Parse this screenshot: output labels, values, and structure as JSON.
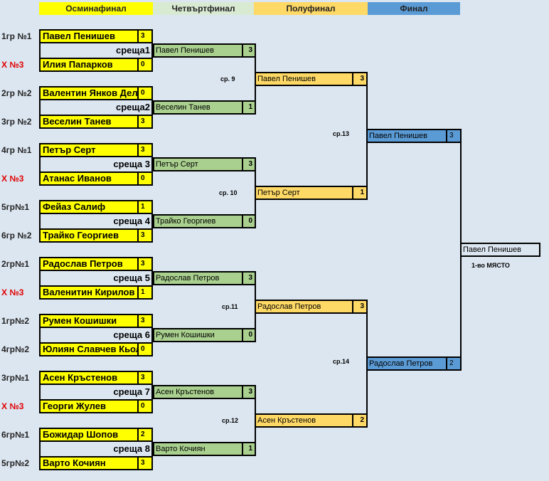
{
  "headers": [
    "Осминафинал",
    "Четвъртфинал",
    "Полуфинал",
    "Финал"
  ],
  "colors": {
    "r1": "#ffff00",
    "r2": "#a9d08e",
    "r3": "#ffd966",
    "r4": "#5b9bd5",
    "h2": "#d9ead3",
    "h3": "#ffd966",
    "h4": "#5b9bd5"
  },
  "r1": [
    {
      "a_label": "1гр №1",
      "a_red": false,
      "a": "Павел Пенишев",
      "a_score": "3",
      "match": "среща1",
      "b_label": "X №3",
      "b_red": true,
      "b": "Илия Папарков",
      "b_score": "0"
    },
    {
      "a_label": "2гр №2",
      "a_red": false,
      "a": "Валентин Янков Делчев",
      "a_score": "0",
      "match": "среща2",
      "b_label": "3гр №2",
      "b_red": false,
      "b": "Веселин Танев",
      "b_score": "3"
    },
    {
      "a_label": "4гр №1",
      "a_red": false,
      "a": "Петър Серт",
      "a_score": "3",
      "match": "среща 3",
      "b_label": "X №3",
      "b_red": true,
      "b": "Атанас Иванов",
      "b_score": "0"
    },
    {
      "a_label": "5гр№1",
      "a_red": false,
      "a": "Фейаз Салиф",
      "a_score": "1",
      "match": "среща 4",
      "b_label": "6гр №2",
      "b_red": false,
      "b": "Трайко Георгиев",
      "b_score": "3"
    },
    {
      "a_label": "2гр№1",
      "a_red": false,
      "a": "Радослав Петров",
      "a_score": "3",
      "match": "среща 5",
      "b_label": "X №3",
      "b_red": true,
      "b": "Валенитин Кирилов С",
      "b_score": "1"
    },
    {
      "a_label": "1гр№2",
      "a_red": false,
      "a": "Румен Кошишки",
      "a_score": "3",
      "match": "среща 6",
      "b_label": "4гр№2",
      "b_red": false,
      "b": "Юлиян Славчев Кьолов",
      "b_score": "0"
    },
    {
      "a_label": "3гр№1",
      "a_red": false,
      "a": "Асен Кръстенов",
      "a_score": "3",
      "match": "среща 7",
      "b_label": "X №3",
      "b_red": true,
      "b": "Георги Жулев",
      "b_score": "0"
    },
    {
      "a_label": "6гр№1",
      "a_red": false,
      "a": "Божидар Шопов",
      "a_score": "2",
      "match": "среща 8",
      "b_label": "5гр№2",
      "b_red": false,
      "b": "Варто Кочиян",
      "b_score": "3"
    }
  ],
  "r2": [
    {
      "name": "Павел Пенишев",
      "score": "3"
    },
    {
      "name": "Веселин Танев",
      "score": "1"
    },
    {
      "name": "Петър Серт",
      "score": "3"
    },
    {
      "name": "Трайко Георгиев",
      "score": "0"
    },
    {
      "name": "Радослав Петров",
      "score": "3"
    },
    {
      "name": "Румен Кошишки",
      "score": "0"
    },
    {
      "name": "Асен Кръстенов",
      "score": "3"
    },
    {
      "name": "Варто Кочиян",
      "score": "1"
    }
  ],
  "r3": [
    {
      "name": "Павел Пенишев",
      "score": "3",
      "match": "ср. 9"
    },
    {
      "name": "Петър Серт",
      "score": "1",
      "match": "ср. 10"
    },
    {
      "name": "Радослав Петров",
      "score": "3",
      "match": "ср.11"
    },
    {
      "name": "Асен Кръстенов",
      "score": "2",
      "match": "ср.12"
    }
  ],
  "r4": [
    {
      "name": "Павел Пенишев",
      "score": "3",
      "match": "ср.13"
    },
    {
      "name": "Радослав Петров",
      "score": "2",
      "match": "ср.14"
    }
  ],
  "final": {
    "name": "Павел Пенишев",
    "place": "1-во МЯСТО"
  }
}
